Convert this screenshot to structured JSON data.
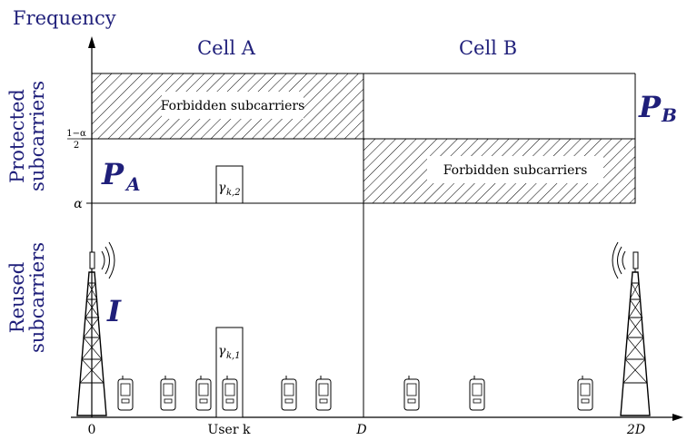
{
  "y_axis_title": "Frequency",
  "cells": {
    "a": "Cell A",
    "b": "Cell B"
  },
  "forbidden_label": "Forbidden subcarriers",
  "y_group_labels": {
    "protected_line1": "Protected",
    "protected_line2": "subcarriers",
    "reused_line1": "Reused",
    "reused_line2": "subcarriers"
  },
  "y_ticks": {
    "upper_num": "1−α",
    "upper_den": "2",
    "lower": "α"
  },
  "x_ticks": {
    "origin": "0",
    "user": "User k",
    "mid": "D",
    "end": "2D"
  },
  "set_labels": {
    "p_a": "P",
    "p_a_sub": "A",
    "p_b": "P",
    "p_b_sub": "B",
    "i": "I"
  },
  "gamma_labels": {
    "g2": "γ",
    "g2_sub": "k,2",
    "g1": "γ",
    "g1_sub": "k,1"
  },
  "icons": {
    "tower": "cell-tower-icon",
    "phone": "mobile-phone-icon",
    "signal": "radio-waves-icon"
  },
  "colors": {
    "label_navy": "#1f1f7a",
    "line": "#000000",
    "hatch": "#000000"
  }
}
